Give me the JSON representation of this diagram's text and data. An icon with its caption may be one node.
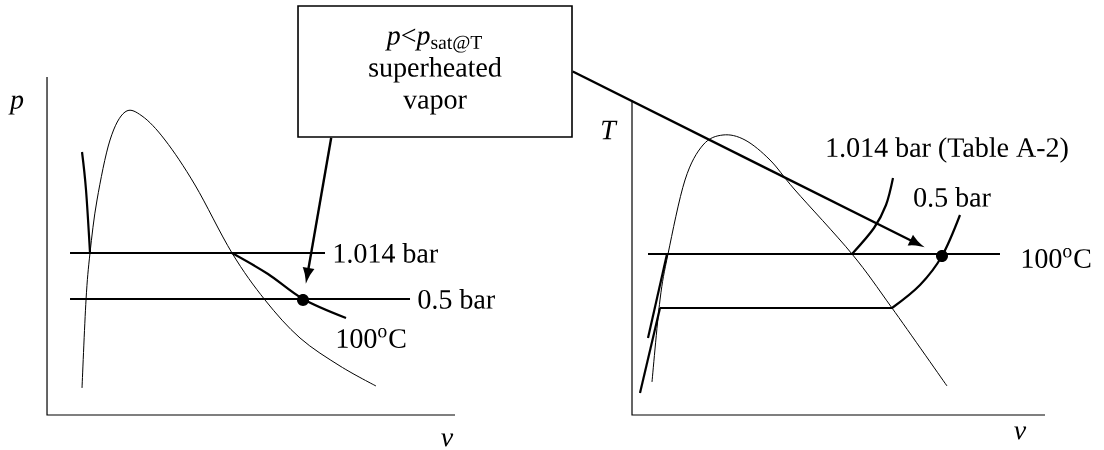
{
  "diagram": {
    "nodes": [
      {
        "text": [
          "*p*<*p*$_{sat@T}$",
          "superheated vapor"
        ]
      },
      {
        "text": [],
        "shape": "circle"
      },
      {
        "text": [],
        "shape": "circle"
      }
    ],
    "edges": [
      {
        "from": 0,
        "to": 1,
        "arrow": "to"
      },
      {
        "from": 0,
        "to": 2,
        "arrow": "to"
      }
    ],
    "labels": [
      "p",
      "1.014 bar",
      "0.5 bar",
      "100$^{o}$C",
      "v",
      "T",
      "1.014 bar (Table A-2)",
      "0.5 bar",
      "100$^{o}$C",
      "v"
    ]
  }
}
